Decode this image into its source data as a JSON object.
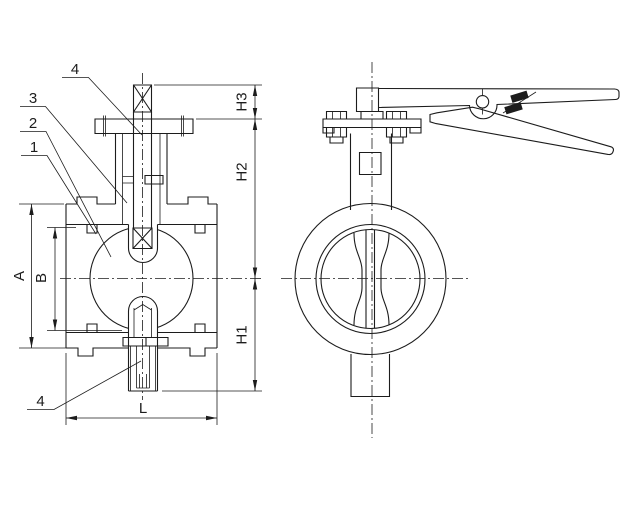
{
  "figure": {
    "kind": "engineering-drawing",
    "subject": "butterfly valve two-view dimensional drawing",
    "background_color": "#ffffff",
    "line_color": "#1c1c1c"
  },
  "callouts": {
    "part4_top": "4",
    "part3": "3",
    "part2": "2",
    "part1": "1",
    "part4_bottom": "4"
  },
  "dimensions": {
    "h3": "H3",
    "h2": "H2",
    "h1": "H1",
    "a": "A",
    "b": "B",
    "l": "L"
  }
}
